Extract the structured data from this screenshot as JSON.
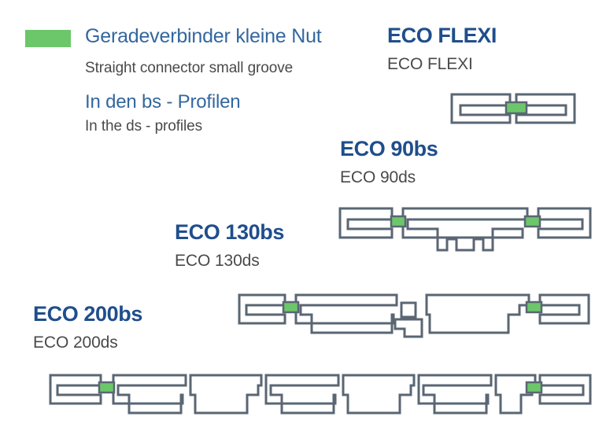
{
  "legend": {
    "swatch_color": "#6cc76a",
    "swatch_name": "green-connector-swatch",
    "title_de": "Geradeverbinder kleine Nut",
    "title_en": "Straight connector small groove",
    "subtitle_de": "In den bs - Profilen",
    "subtitle_en": "In the ds - profiles"
  },
  "colors": {
    "heading_blue": "#1f4e8c",
    "legend_blue": "#33679e",
    "subtitle_gray": "#4a4a4a",
    "profile_stroke": "#5a6673",
    "profile_fill": "#ffffff",
    "connector_green": "#6cc76a",
    "background": "#ffffff"
  },
  "products": [
    {
      "id": "eco-flexi",
      "title": "ECO FLEXI",
      "subtitle": "ECO FLEXI",
      "figure_name": "eco-flexi-profile-cross-section",
      "connector_count": 1
    },
    {
      "id": "eco-90bs",
      "title": "ECO 90bs",
      "subtitle": "ECO 90ds",
      "figure_name": "eco-90bs-profile-cross-section",
      "connector_count": 2
    },
    {
      "id": "eco-130bs",
      "title": "ECO 130bs",
      "subtitle": "ECO 130ds",
      "figure_name": "eco-130bs-profile-cross-section",
      "connector_count": 2
    },
    {
      "id": "eco-200bs",
      "title": "ECO 200bs",
      "subtitle": "ECO 200ds",
      "figure_name": "eco-200bs-profile-cross-section",
      "connector_count": 2
    }
  ]
}
